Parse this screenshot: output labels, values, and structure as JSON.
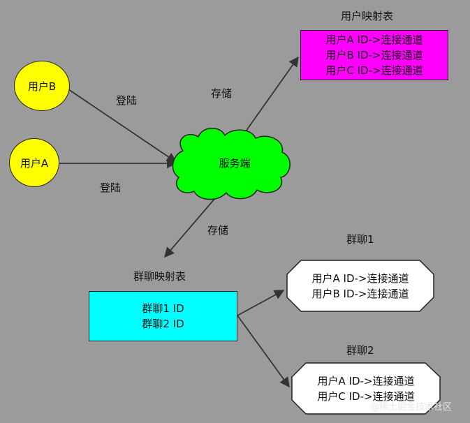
{
  "nodes": {
    "user_b": "用户B",
    "user_a": "用户A",
    "server": "服务端"
  },
  "edges": {
    "login_b": "登陆",
    "login_a": "登陆",
    "store_user_map": "存储",
    "store_group_map": "存储"
  },
  "user_map": {
    "title": "用户映射表",
    "rows": [
      "用户A ID->连接通道",
      "用户B ID->连接通道",
      "用户C ID->连接通道"
    ]
  },
  "group_map": {
    "title": "群聊映射表",
    "rows": [
      "群聊1 ID",
      "群聊2 ID"
    ]
  },
  "group1": {
    "title": "群聊1",
    "rows": [
      "用户A ID->连接通道",
      "用户B ID->连接通道"
    ]
  },
  "group2": {
    "title": "群聊2",
    "rows": [
      "用户A ID->连接通道",
      "用户C ID->连接通道"
    ]
  },
  "colors": {
    "background": "#9b9b9b",
    "user_node": "#ffff00",
    "server_cloud": "#00ff00",
    "user_map_box": "#ff00ff",
    "group_map_box": "#00ffff",
    "group_box": "#ffffff"
  },
  "watermark": "@稀土掘金技术社区"
}
